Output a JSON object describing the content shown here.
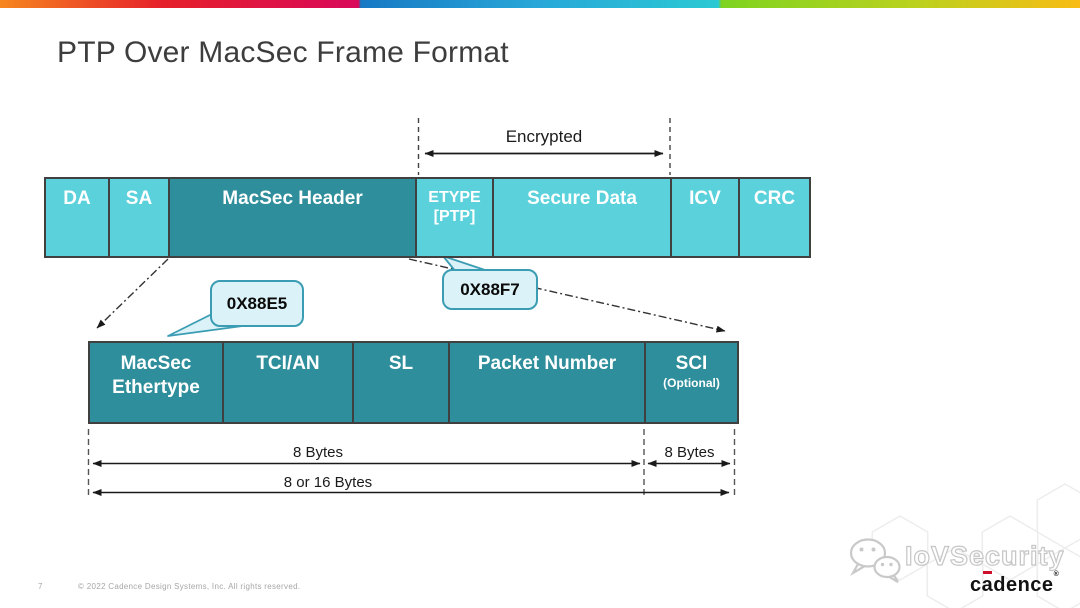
{
  "slide": {
    "title": "PTP Over MacSec Frame Format",
    "page_number": "7",
    "copyright": "© 2022 Cadence Design Systems, Inc. All rights reserved."
  },
  "top_frame": {
    "encrypted_label": "Encrypted",
    "cells": [
      {
        "line1": "DA"
      },
      {
        "line1": "SA"
      },
      {
        "line1": "MacSec Header"
      },
      {
        "line1": "ETYPE",
        "line2": "[PTP]"
      },
      {
        "line1": "Secure Data"
      },
      {
        "line1": "ICV"
      },
      {
        "line1": "CRC"
      }
    ]
  },
  "callouts": {
    "macsec_ethertype_value": "0X88E5",
    "ptp_ethertype_value": "0X88F7"
  },
  "detail_frame": {
    "cells": [
      {
        "line1": "MacSec",
        "line2": "Ethertype"
      },
      {
        "line1": "TCI/AN"
      },
      {
        "line1": "SL"
      },
      {
        "line1": "Packet Number"
      },
      {
        "line1": "SCI",
        "line2": "(Optional)"
      }
    ],
    "measurements": {
      "left": "8 Bytes",
      "right": "8 Bytes",
      "total": "8 or 16 Bytes"
    }
  },
  "branding": {
    "community": "IoVSecurity",
    "vendor_part1": "c",
    "vendor_part2": "a",
    "vendor_part3": "dence",
    "registered_mark": "®"
  },
  "colors": {
    "cell_light": "#5BD1DB",
    "cell_dark": "#2F8E9B",
    "cell_border": "#404040",
    "bubble_fill": "#DBF2F8",
    "bubble_border": "#3B9DB3",
    "cadence_red": "#CE0E2D"
  }
}
